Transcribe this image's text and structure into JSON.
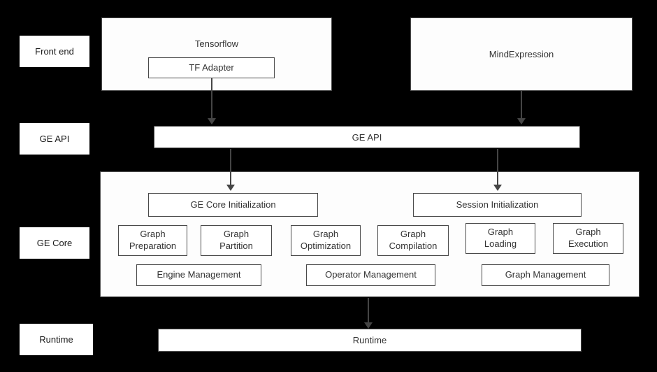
{
  "diagram": {
    "side_labels": [
      "Front end",
      "GE API",
      "GE Core",
      "Runtime"
    ],
    "tensorflow": {
      "title": "Tensorflow",
      "adapter_label": "TF Adapter"
    },
    "mind_expression": {
      "title": "MindExpression"
    },
    "ge_api_label": "GE API",
    "ge_core": {
      "initialization": [
        "GE Core Initialization",
        "Session Initialization"
      ],
      "stages": [
        "Graph\nPreparation",
        "Graph\nPartition",
        "Graph\nOptimization",
        "Graph\nCompilation",
        "Graph\nLoading",
        "Graph\nExecution"
      ],
      "management": [
        "Engine Management",
        "Operator Management",
        "Graph Management"
      ]
    },
    "runtime_label": "Runtime",
    "colors": {
      "background": "#000000",
      "box_fill": "#fdfdfd",
      "box_border": "#4a4a4a",
      "text": "#333333",
      "arrow": "#454545"
    }
  }
}
